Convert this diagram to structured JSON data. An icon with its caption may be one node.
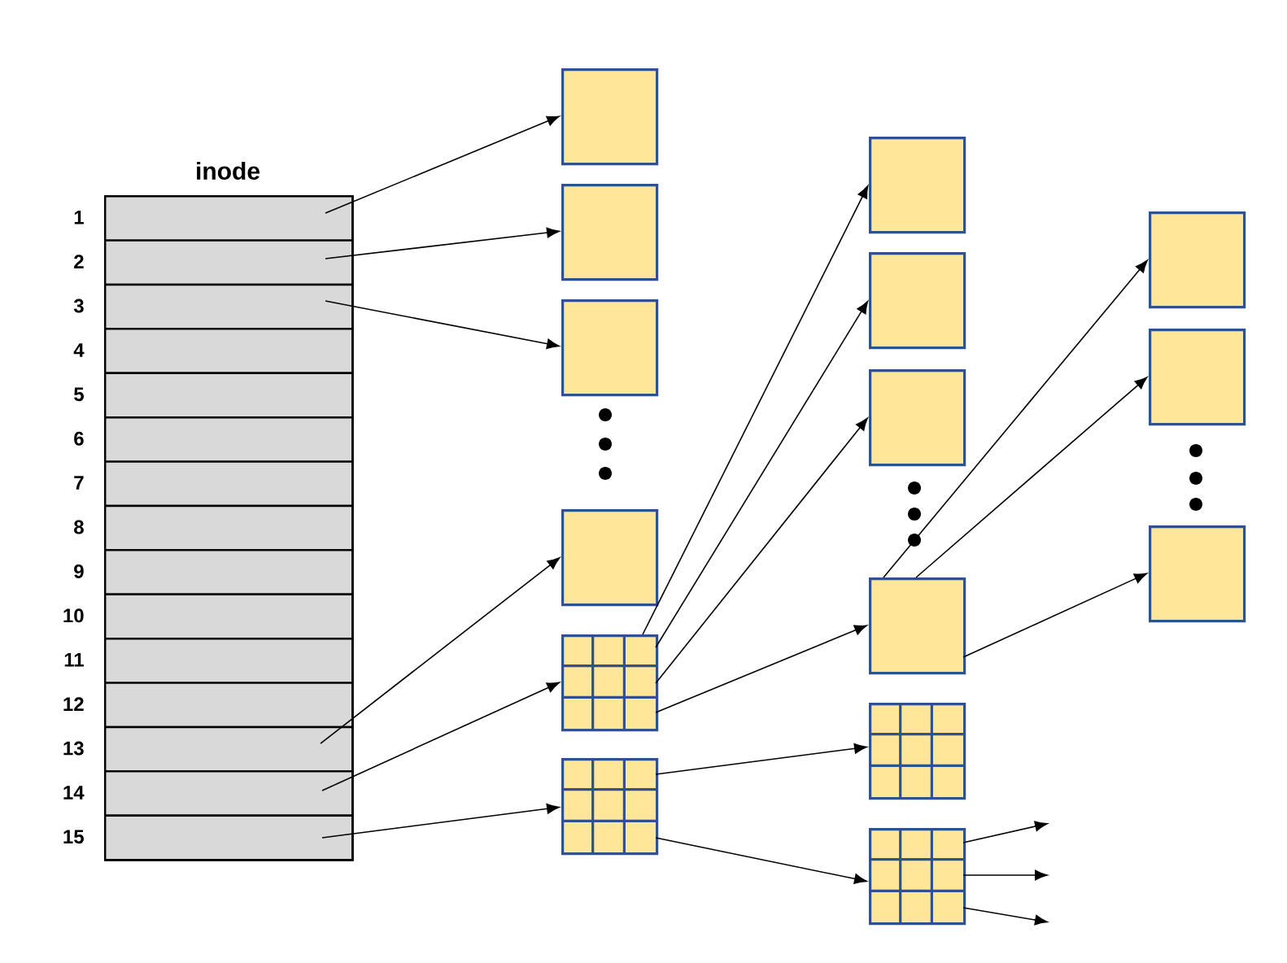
{
  "diagram": {
    "nodes": [
      {
        "text": [
          "inode"
        ]
      },
      {
        "text": [],
        "shape": "box",
        "in": 0,
        "beside": [
          "1"
        ]
      },
      {
        "text": [],
        "shape": "box",
        "in": 0,
        "beside": [
          "2"
        ]
      },
      {
        "text": [],
        "shape": "box",
        "in": 0,
        "beside": [
          "3"
        ]
      },
      {
        "text": [],
        "shape": "box",
        "in": 0,
        "beside": [
          "4"
        ]
      },
      {
        "text": [],
        "shape": "box",
        "in": 0,
        "beside": [
          "5"
        ]
      },
      {
        "text": [],
        "shape": "box",
        "in": 0,
        "beside": [
          "6"
        ]
      },
      {
        "text": [],
        "shape": "box",
        "in": 0,
        "beside": [
          "7"
        ]
      },
      {
        "text": [],
        "shape": "box",
        "in": 0,
        "beside": [
          "8"
        ]
      },
      {
        "text": [],
        "shape": "box",
        "in": 0,
        "beside": [
          "9"
        ]
      },
      {
        "text": [],
        "shape": "box",
        "in": 0,
        "beside": [
          "10"
        ]
      },
      {
        "text": [],
        "shape": "box",
        "in": 0,
        "beside": [
          "11"
        ]
      },
      {
        "text": [],
        "shape": "box",
        "in": 0,
        "beside": [
          "12"
        ]
      },
      {
        "text": [],
        "shape": "box",
        "in": 0,
        "beside": [
          "13"
        ]
      },
      {
        "text": [],
        "shape": "box",
        "in": 0,
        "beside": [
          "14"
        ]
      },
      {
        "text": [],
        "shape": "box",
        "in": 0,
        "beside": [
          "15"
        ]
      },
      {
        "text": [],
        "shape": "box"
      },
      {
        "text": [],
        "shape": "box"
      },
      {
        "text": [],
        "shape": "box"
      },
      {
        "text": [],
        "shape": "box"
      },
      {
        "text": [],
        "shape": "grid"
      },
      {
        "text": [],
        "shape": "grid"
      },
      {
        "text": [],
        "shape": "box"
      },
      {
        "text": [],
        "shape": "box"
      },
      {
        "text": [],
        "shape": "box"
      },
      {
        "text": [],
        "shape": "box"
      },
      {
        "text": [],
        "shape": "grid"
      },
      {
        "text": [],
        "shape": "grid"
      },
      {
        "text": [],
        "shape": "box"
      },
      {
        "text": [],
        "shape": "box"
      },
      {
        "text": [],
        "shape": "box"
      }
    ],
    "edges": [
      {
        "from": 1,
        "to": 16,
        "arrow": "to"
      },
      {
        "from": 2,
        "to": 17,
        "arrow": "to"
      },
      {
        "from": 3,
        "to": 18,
        "arrow": "to"
      },
      {
        "from": 13,
        "to": 19,
        "arrow": "to"
      },
      {
        "from": 14,
        "to": 20,
        "arrow": "to"
      },
      {
        "from": 15,
        "to": 21,
        "arrow": "to"
      },
      {
        "from": 20,
        "to": 22,
        "arrow": "to"
      },
      {
        "from": 20,
        "to": 23,
        "arrow": "to"
      },
      {
        "from": 20,
        "to": 24,
        "arrow": "to"
      },
      {
        "from": 20,
        "to": 25,
        "arrow": "to"
      },
      {
        "from": 21,
        "to": 26,
        "arrow": "to"
      },
      {
        "from": 21,
        "to": 27,
        "arrow": "to"
      },
      {
        "from": 25,
        "to": 28,
        "arrow": "to"
      },
      {
        "from": 25,
        "to": 29,
        "arrow": "to"
      },
      {
        "from": 25,
        "to": 30,
        "arrow": "to"
      },
      {
        "from": 27,
        "to": null,
        "arrow": "to"
      },
      {
        "from": 27,
        "to": null,
        "arrow": "to"
      },
      {
        "from": 27,
        "to": null,
        "arrow": "to"
      }
    ]
  }
}
